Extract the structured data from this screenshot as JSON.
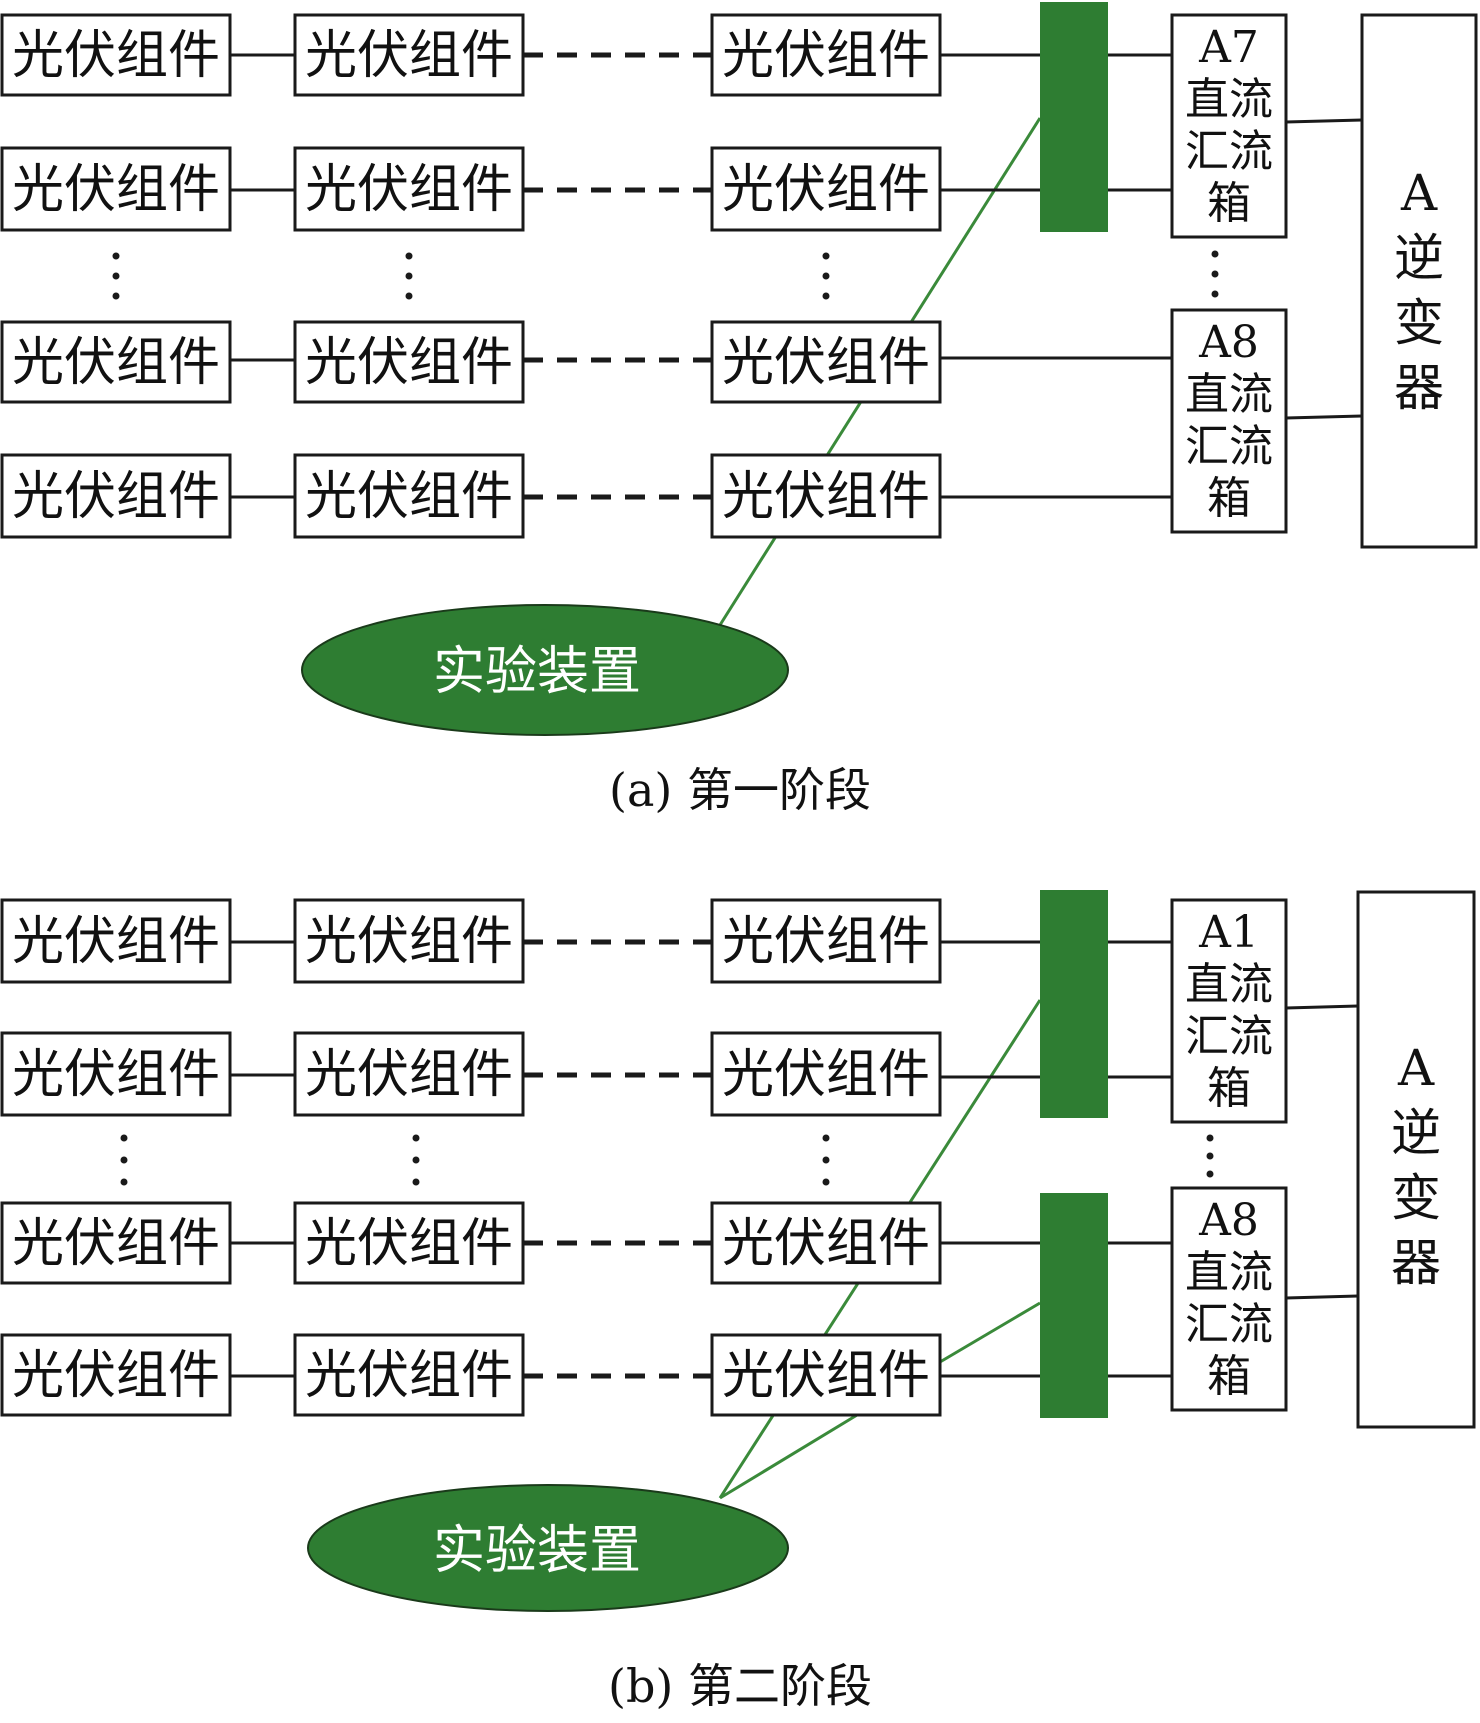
{
  "module_label": "光伏组件",
  "stage_a": {
    "caption": "(a) 第一阶段",
    "combiner_top": [
      "A7",
      "直流",
      "汇流",
      "箱"
    ],
    "combiner_bottom": [
      "A8",
      "直流",
      "汇流",
      "箱"
    ],
    "inverter": [
      "A",
      "逆",
      "变",
      "器"
    ],
    "device": "实验装置"
  },
  "stage_b": {
    "caption": "(b) 第二阶段",
    "combiner_top": [
      "A1",
      "直流",
      "汇流",
      "箱"
    ],
    "combiner_bottom": [
      "A8",
      "直流",
      "汇流",
      "箱"
    ],
    "inverter": [
      "A",
      "逆",
      "变",
      "器"
    ],
    "device": "实验装置"
  },
  "colors": {
    "accent_green": "#2e7d32",
    "line": "#1a1a1a"
  }
}
